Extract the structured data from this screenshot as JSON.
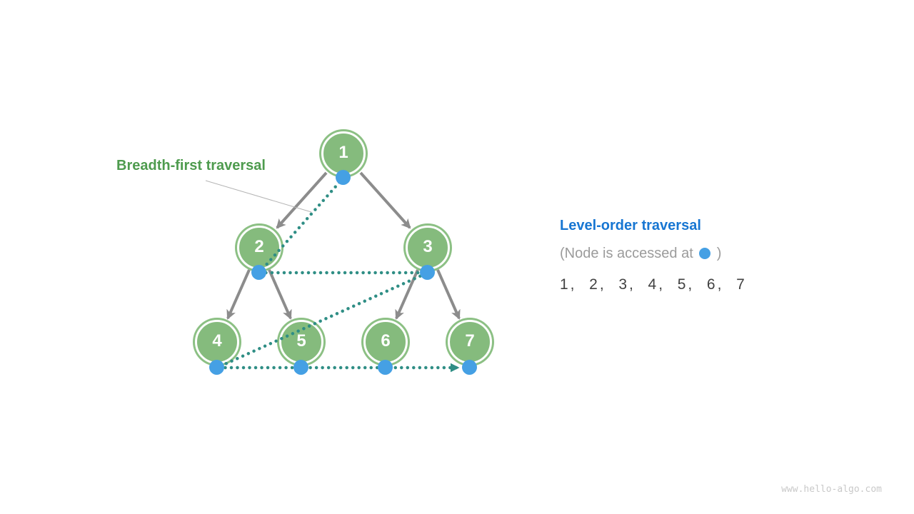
{
  "callout": {
    "label": "Breadth-first traversal",
    "color": "#4e9b4e"
  },
  "tree": {
    "nodes": [
      "1",
      "2",
      "3",
      "4",
      "5",
      "6",
      "7"
    ],
    "edges": [
      [
        "1",
        "2"
      ],
      [
        "1",
        "3"
      ],
      [
        "2",
        "4"
      ],
      [
        "2",
        "5"
      ],
      [
        "3",
        "6"
      ],
      [
        "3",
        "7"
      ]
    ],
    "traversal_order": [
      "1",
      "2",
      "3",
      "4",
      "5",
      "6",
      "7"
    ]
  },
  "legend": {
    "title": "Level-order traversal",
    "note_prefix": "(Node is accessed at",
    "note_suffix": ")",
    "sequence": "1,  2,  3,  4,  5,  6,  7"
  },
  "watermark": "www.hello-algo.com",
  "icons": {
    "node_access_marker": "filled-blue-circle",
    "traversal_arrowhead": "teal-triangle-right"
  },
  "colors": {
    "node_fill": "#85bb7d",
    "node_ring": "#8cc084",
    "access_dot_blue": "#45a0e4",
    "traversal_path_teal": "#2f8e85",
    "edge_gray": "#8c8c8c",
    "leader_line_gray": "#b4b4b4",
    "callout_green": "#4e9b4e",
    "legend_title_blue": "#1776d2",
    "note_gray": "#9b9b9b",
    "sequence_dark": "#414141",
    "watermark_gray": "#c9c9c9"
  }
}
